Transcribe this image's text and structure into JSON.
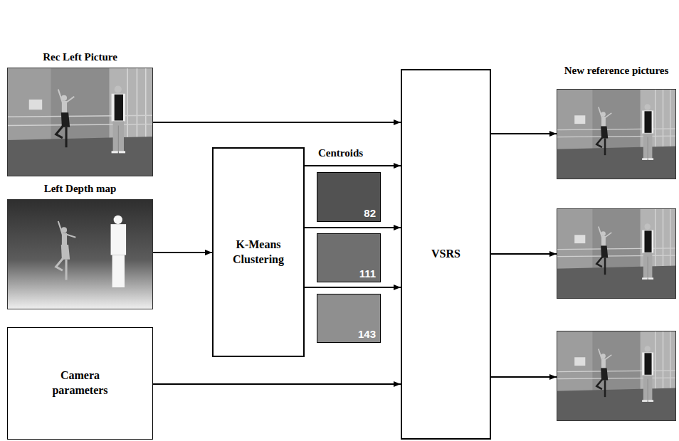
{
  "diagram": {
    "nodes": [
      {
        "text": [
          "Rec Left Picture"
        ]
      },
      {
        "text": [
          "Left Depth map"
        ]
      },
      {
        "text": [
          "Camera parameters"
        ]
      },
      {
        "text": [
          "K-Means Clustering"
        ]
      },
      {
        "text": [
          "82"
        ]
      },
      {
        "text": [
          "111"
        ]
      },
      {
        "text": [
          "143"
        ]
      },
      {
        "text": [
          "VSRS"
        ]
      },
      {
        "text": [
          "New reference pictures"
        ]
      }
    ],
    "edges": [
      {
        "from": 0,
        "to": 7,
        "arrow": "to"
      },
      {
        "from": 1,
        "to": 3,
        "arrow": "to"
      },
      {
        "from": 3,
        "to": 7,
        "arrow": "to"
      },
      {
        "from": 3,
        "to": 7,
        "arrow": "to"
      },
      {
        "from": 3,
        "to": 7,
        "arrow": "to"
      },
      {
        "from": 2,
        "to": 7,
        "arrow": "to"
      },
      {
        "from": 7,
        "to": 8,
        "arrow": "to"
      }
    ],
    "labels": [
      "Centroids"
    ]
  }
}
